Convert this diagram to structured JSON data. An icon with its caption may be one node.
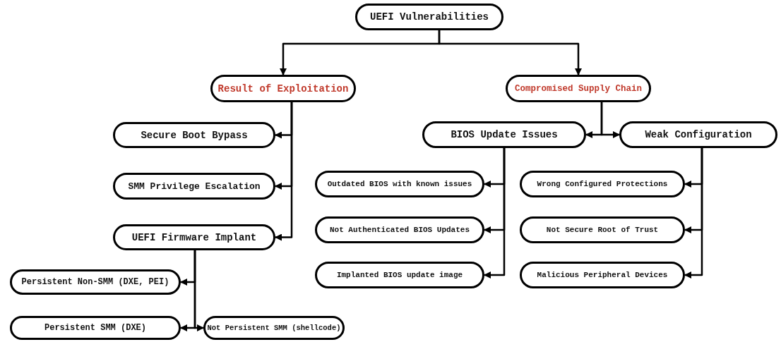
{
  "diagram": {
    "nodes": [
      {
        "text": [
          "UEFI Vulnerabilities"
        ]
      },
      {
        "text": [
          "Result of Exploitation"
        ]
      },
      {
        "text": [
          "Compromised Supply Chain"
        ]
      },
      {
        "text": [
          "Secure Boot Bypass"
        ]
      },
      {
        "text": [
          "SMM Privilege Escalation"
        ]
      },
      {
        "text": [
          "UEFI Firmware Implant"
        ]
      },
      {
        "text": [
          "Persistent Non-SMM (DXE, PEI)"
        ]
      },
      {
        "text": [
          "Persistent SMM (DXE)"
        ]
      },
      {
        "text": [
          "Not Persistent SMM (shellcode)"
        ]
      },
      {
        "text": [
          "BIOS Update Issues"
        ]
      },
      {
        "text": [
          "Weak Configuration"
        ]
      },
      {
        "text": [
          "Outdated BIOS with known issues"
        ]
      },
      {
        "text": [
          "Not Authenticated BIOS Updates"
        ]
      },
      {
        "text": [
          "Implanted BIOS update image"
        ]
      },
      {
        "text": [
          "Wrong Configured Protections"
        ]
      },
      {
        "text": [
          "Not Secure Root of Trust"
        ]
      },
      {
        "text": [
          "Malicious Peripheral Devices"
        ]
      }
    ],
    "edges": [
      {
        "from": 0,
        "to": 1,
        "arrow": "to"
      },
      {
        "from": 0,
        "to": 2,
        "arrow": "to"
      },
      {
        "from": 1,
        "to": 3,
        "arrow": "to"
      },
      {
        "from": 1,
        "to": 4,
        "arrow": "to"
      },
      {
        "from": 1,
        "to": 5,
        "arrow": "to"
      },
      {
        "from": 5,
        "to": 6,
        "arrow": "to"
      },
      {
        "from": 5,
        "to": 7,
        "arrow": "to"
      },
      {
        "from": 5,
        "to": 8,
        "arrow": "to"
      },
      {
        "from": 2,
        "to": 9,
        "arrow": "to"
      },
      {
        "from": 2,
        "to": 10,
        "arrow": "to"
      },
      {
        "from": 9,
        "to": 11,
        "arrow": "to"
      },
      {
        "from": 9,
        "to": 12,
        "arrow": "to"
      },
      {
        "from": 9,
        "to": 13,
        "arrow": "to"
      },
      {
        "from": 10,
        "to": 14,
        "arrow": "to"
      },
      {
        "from": 10,
        "to": 15,
        "arrow": "to"
      },
      {
        "from": 10,
        "to": 16,
        "arrow": "to"
      }
    ]
  }
}
